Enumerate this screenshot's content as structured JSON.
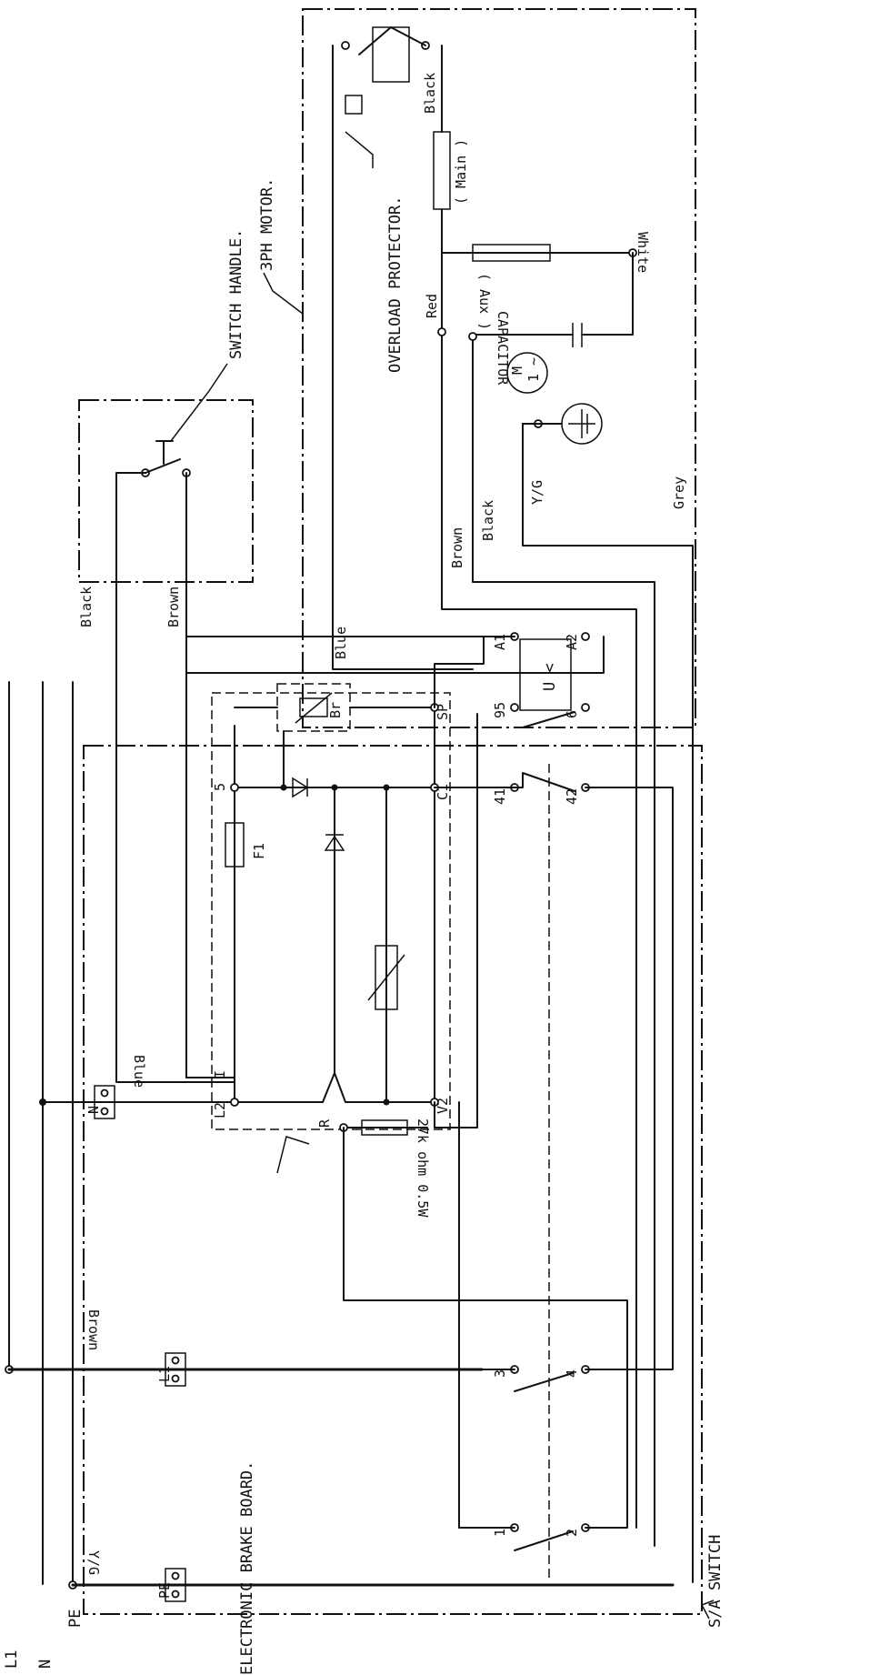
{
  "diagram": {
    "supply": {
      "l1": "L1",
      "n": "N",
      "pe": "PE"
    },
    "wire_colors": {
      "yellow_green": "Y/G",
      "brown": "Brown",
      "blue": "Blue",
      "black": "Black",
      "grey": "Grey",
      "red": "Red",
      "white": "White"
    },
    "terminals": {
      "pe": "PE",
      "l1": "L1",
      "n": "N",
      "t1": "1",
      "t2": "2",
      "t3": "3",
      "t4": "4",
      "t41": "41",
      "t42": "42",
      "t95": "95",
      "t6": "6",
      "a1": "A1",
      "a2": "A2",
      "l2": "L2",
      "r": "R",
      "i": "I",
      "f1": "F1",
      "five": "5",
      "c1": "C1",
      "v2": "V2",
      "sp": "SP",
      "br": "Br"
    },
    "resistor_label": "27k ohm 0.5W",
    "relay_symbol": "U <",
    "motor_symbol": {
      "m": "M",
      "phase": "1 ~"
    },
    "winding_main": "( Main )",
    "winding_aux": "( Aux )",
    "capacitor_label": "CAPACITOR",
    "callouts": {
      "electronic_brake_board": "ELECTRONIC BRAKE BOARD.",
      "sa_switch": "S/A SWITCH",
      "switch_handle": "SWITCH HANDLE.",
      "motor_3ph": "3PH MOTOR.",
      "overload_protector": "OVERLOAD PROTECTOR."
    }
  }
}
